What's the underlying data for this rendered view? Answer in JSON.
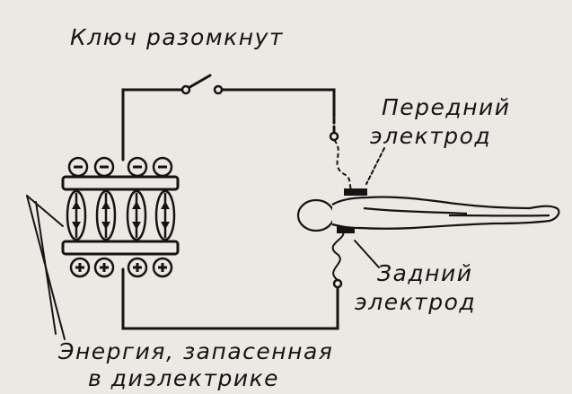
{
  "labels": {
    "switch_open": "Ключ разомкнут",
    "front_electrode_1": "Передний",
    "front_electrode_2": "электрод",
    "rear_electrode_1": "Задний",
    "rear_electrode_2": "электрод",
    "energy_1": "Энергия, запасенная",
    "energy_2": "в диэлектрике"
  },
  "plates": {
    "top_charges": [
      "⊖",
      "⊖",
      "⊖",
      "⊖"
    ],
    "bottom_charges": [
      "⊕",
      "⊕",
      "⊕",
      "⊕"
    ]
  },
  "colors": {
    "ink": "#141414",
    "paper": "#ece9e4"
  }
}
